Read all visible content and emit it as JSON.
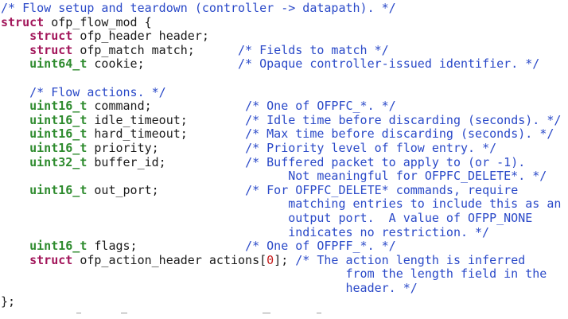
{
  "editor": {
    "lines": [
      [
        {
          "t": "cm",
          "v": "/* Flow setup and teardown (controller -> datapath). */"
        }
      ],
      [
        {
          "t": "kw",
          "v": "struct"
        },
        {
          "t": "id",
          "v": " ofp_flow_mod {"
        }
      ],
      [
        {
          "t": "id",
          "v": "    "
        },
        {
          "t": "kw",
          "v": "struct"
        },
        {
          "t": "id",
          "v": " ofp_header header;"
        }
      ],
      [
        {
          "t": "id",
          "v": "    "
        },
        {
          "t": "kw",
          "v": "struct"
        },
        {
          "t": "id",
          "v": " ofp_match match;      "
        },
        {
          "t": "cm",
          "v": "/* Fields to match */"
        }
      ],
      [
        {
          "t": "id",
          "v": "    "
        },
        {
          "t": "ty",
          "v": "uint64_t"
        },
        {
          "t": "id",
          "v": " cookie;             "
        },
        {
          "t": "cm",
          "v": "/* Opaque controller-issued identifier. */"
        }
      ],
      [
        {
          "t": "id",
          "v": ""
        }
      ],
      [
        {
          "t": "id",
          "v": "    "
        },
        {
          "t": "cm",
          "v": "/* Flow actions. */"
        }
      ],
      [
        {
          "t": "id",
          "v": "    "
        },
        {
          "t": "ty",
          "v": "uint16_t"
        },
        {
          "t": "id",
          "v": " command;             "
        },
        {
          "t": "cm",
          "v": "/* One of OFPFC_*. */"
        }
      ],
      [
        {
          "t": "id",
          "v": "    "
        },
        {
          "t": "ty",
          "v": "uint16_t"
        },
        {
          "t": "id",
          "v": " idle_timeout;        "
        },
        {
          "t": "cm",
          "v": "/* Idle time before discarding (seconds). */"
        }
      ],
      [
        {
          "t": "id",
          "v": "    "
        },
        {
          "t": "ty",
          "v": "uint16_t"
        },
        {
          "t": "id",
          "v": " hard_timeout;        "
        },
        {
          "t": "cm",
          "v": "/* Max time before discarding (seconds). */"
        }
      ],
      [
        {
          "t": "id",
          "v": "    "
        },
        {
          "t": "ty",
          "v": "uint16_t"
        },
        {
          "t": "id",
          "v": " priority;            "
        },
        {
          "t": "cm",
          "v": "/* Priority level of flow entry. */"
        }
      ],
      [
        {
          "t": "id",
          "v": "    "
        },
        {
          "t": "ty",
          "v": "uint32_t"
        },
        {
          "t": "id",
          "v": " buffer_id;           "
        },
        {
          "t": "cm",
          "v": "/* Buffered packet to apply to (or -1)."
        }
      ],
      [
        {
          "t": "cm",
          "v": "                                        Not meaningful for OFPFC_DELETE*. */"
        }
      ],
      [
        {
          "t": "id",
          "v": "    "
        },
        {
          "t": "ty",
          "v": "uint16_t"
        },
        {
          "t": "id",
          "v": " out_port;            "
        },
        {
          "t": "cm",
          "v": "/* For OFPFC_DELETE* commands, require"
        }
      ],
      [
        {
          "t": "cm",
          "v": "                                        matching entries to include this as an"
        }
      ],
      [
        {
          "t": "cm",
          "v": "                                        output port.  A value of OFPP_NONE"
        }
      ],
      [
        {
          "t": "cm",
          "v": "                                        indicates no restriction. */"
        }
      ],
      [
        {
          "t": "id",
          "v": "    "
        },
        {
          "t": "ty",
          "v": "uint16_t"
        },
        {
          "t": "id",
          "v": " flags;               "
        },
        {
          "t": "cm",
          "v": "/* One of OFPFF_*. */"
        }
      ],
      [
        {
          "t": "id",
          "v": "    "
        },
        {
          "t": "kw",
          "v": "struct"
        },
        {
          "t": "id",
          "v": " ofp_action_header actions["
        },
        {
          "t": "num",
          "v": "0"
        },
        {
          "t": "id",
          "v": "]; "
        },
        {
          "t": "cm",
          "v": "/* The action length is inferred"
        }
      ],
      [
        {
          "t": "cm",
          "v": "                                                from the length field in the"
        }
      ],
      [
        {
          "t": "cm",
          "v": "                                                header. */"
        }
      ],
      [
        {
          "t": "id",
          "v": "};"
        }
      ]
    ]
  }
}
